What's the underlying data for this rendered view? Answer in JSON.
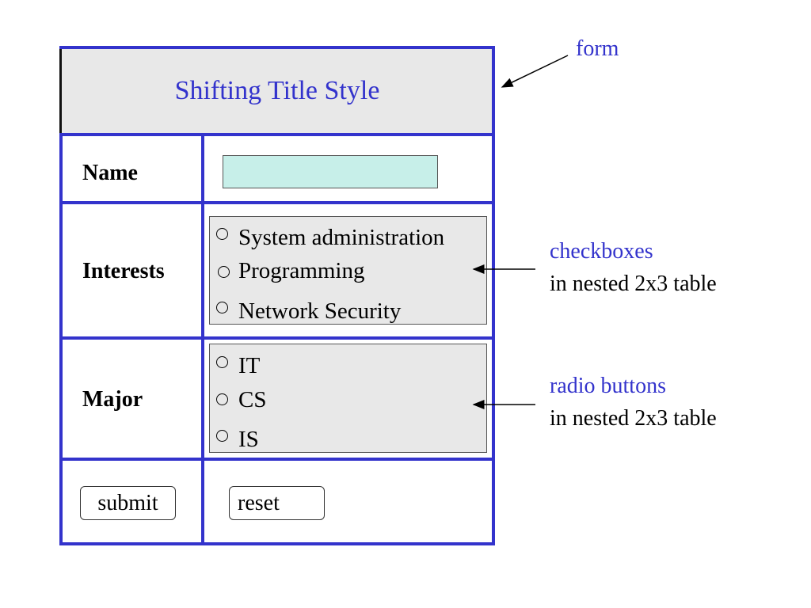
{
  "form": {
    "title": "Shifting Title Style",
    "rows": {
      "name_label": "Name",
      "interests_label": "Interests",
      "major_label": "Major"
    },
    "interests": [
      "System administration",
      "Programming",
      "Network Security"
    ],
    "majors": [
      "IT",
      "CS",
      "IS"
    ],
    "buttons": {
      "submit": "submit",
      "reset": "reset"
    }
  },
  "annotations": {
    "form": "form",
    "checkboxes_title": "checkboxes",
    "checkboxes_sub": "in nested 2x3  table",
    "radio_title": "radio buttons",
    "radio_sub": "in nested 2x3  table"
  },
  "colors": {
    "border": "#3333cc",
    "title_text": "#3333cc",
    "title_bg": "#e8e8e8",
    "name_input_bg": "#c7efe9",
    "annotation_blue": "#3333cc"
  }
}
